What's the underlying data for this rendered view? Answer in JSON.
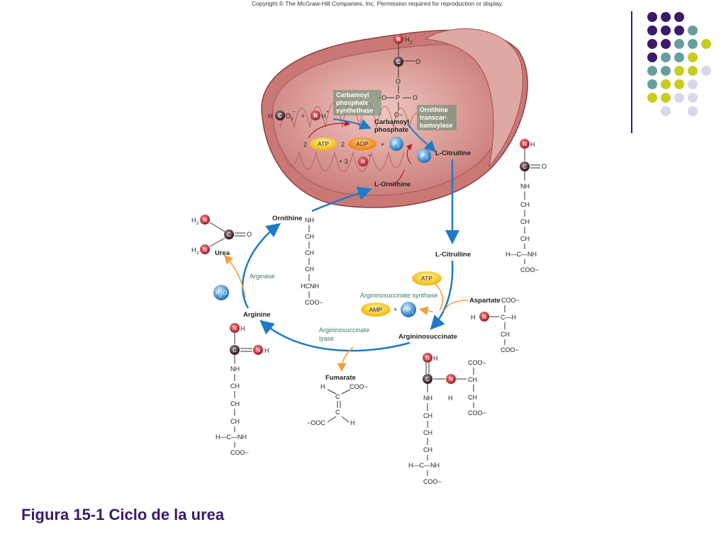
{
  "copyright": "Copyright © The McGraw-Hill Companies, Inc. Permission required for reproduction or display.",
  "caption": "Figura 15-1 Ciclo de la urea",
  "mito": {
    "carbamoyl_enzyme": [
      "Carbamoyl",
      "phosphate",
      "synthethase"
    ],
    "otc_enzyme": [
      "Ornithine",
      "transcar-",
      "bamoylase"
    ],
    "carbamoyl_phosphate": [
      "Carbamoyl",
      "phosphate"
    ],
    "hco3": "HCO",
    "hco3_sub": "3",
    "hco3_sup": "−",
    "plus": "+",
    "nh4": "NH",
    "nh4_sup": "+",
    "atp_coef": "2",
    "atp": "ATP",
    "adp_coef": "2",
    "adp": "ADP",
    "pi": "P",
    "pi_sub": "i",
    "h_coef": "+ 3",
    "h_plus": "H",
    "h_sup": "+",
    "citrulline": "L-Citrulline",
    "ornithine": "L-Ornithine",
    "p_o_left": "−O",
    "p_o_right": "O",
    "p_o_bottom": "O",
    "p_o_minus": "O−",
    "o_top": "O",
    "carbon": "C",
    "nitrogen": "N",
    "phosphorus": "P",
    "h2": "H",
    "h2_sub": "2"
  },
  "cycle": {
    "ornithine_label": "Ornithine",
    "ornithine_chain": [
      "NH",
      "CH",
      "CH",
      "CH",
      "HCNH",
      "COO−"
    ],
    "urea": "Urea",
    "arginase": "Arginase",
    "h2o": "H",
    "h2o_sub": "2",
    "h2o_o": "O",
    "arginine": "Arginine",
    "arginine_chain": [
      "NH",
      "CH",
      "CH",
      "CH",
      "H—C—NH",
      "COO−"
    ],
    "citrulline2": "L-Citrulline",
    "citrulline_chain": [
      "NH",
      "CH",
      "CH",
      "CH",
      "H—C—NH",
      "COO−"
    ],
    "atp": "ATP",
    "as_synthase": "Argininosuccinate synthase",
    "amp": "AMP",
    "ppi": "PP",
    "ppi_sub": "i",
    "aspartate": "Aspartate",
    "aspartate_parts": [
      "COO−",
      "H—C—H",
      "CH",
      "COO−"
    ],
    "lyase": [
      "Argininosuccinate",
      "lyase"
    ],
    "argininosuccinate": "Argininosuccinate",
    "fumarate": "Fumarate",
    "fumarate_parts": [
      "H",
      "COO−",
      "C",
      "C",
      "−OOC",
      "H"
    ],
    "as_parts": [
      "COO−",
      "CH",
      "CH",
      "COO−",
      "NH",
      "CH",
      "CH",
      "CH",
      "H—C—NH",
      "COO−",
      "H"
    ]
  },
  "dots": {
    "colors": {
      "purple": "#3a1a6a",
      "teal": "#6a9e9c",
      "lime": "#c8cc1e",
      "lavender": "#d8d8ea"
    },
    "grid": [
      [
        "purple",
        "purple",
        "purple",
        "",
        ""
      ],
      [
        "purple",
        "purple",
        "purple",
        "teal",
        ""
      ],
      [
        "purple",
        "purple",
        "teal",
        "teal",
        "lime"
      ],
      [
        "purple",
        "teal",
        "teal",
        "lime",
        ""
      ],
      [
        "teal",
        "teal",
        "lime",
        "lime",
        "lavender"
      ],
      [
        "teal",
        "lime",
        "lime",
        "lavender",
        ""
      ],
      [
        "lime",
        "lime",
        "lavender",
        "lavender",
        ""
      ],
      [
        "",
        "lavender",
        "",
        "lavender",
        ""
      ]
    ]
  }
}
